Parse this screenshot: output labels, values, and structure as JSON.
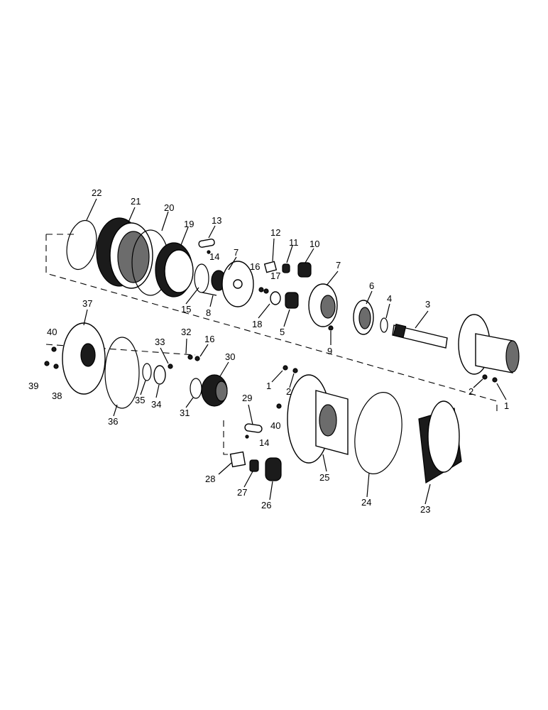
{
  "callouts": [
    {
      "id": "c1a",
      "text": "1"
    },
    {
      "id": "c1b",
      "text": "1"
    },
    {
      "id": "c2a",
      "text": "2"
    },
    {
      "id": "c2b",
      "text": "2"
    },
    {
      "id": "c3",
      "text": "3"
    },
    {
      "id": "c4",
      "text": "4"
    },
    {
      "id": "c5",
      "text": "5"
    },
    {
      "id": "c6",
      "text": "6"
    },
    {
      "id": "c7a",
      "text": "7"
    },
    {
      "id": "c7b",
      "text": "7"
    },
    {
      "id": "c8",
      "text": "8"
    },
    {
      "id": "c9",
      "text": "9"
    },
    {
      "id": "c10",
      "text": "10"
    },
    {
      "id": "c11",
      "text": "11"
    },
    {
      "id": "c12",
      "text": "12"
    },
    {
      "id": "c13",
      "text": "13"
    },
    {
      "id": "c14a",
      "text": "14"
    },
    {
      "id": "c14b",
      "text": "14"
    },
    {
      "id": "c15",
      "text": "15"
    },
    {
      "id": "c16a",
      "text": "16"
    },
    {
      "id": "c16b",
      "text": "16"
    },
    {
      "id": "c17",
      "text": "17"
    },
    {
      "id": "c18",
      "text": "18"
    },
    {
      "id": "c19",
      "text": "19"
    },
    {
      "id": "c20",
      "text": "20"
    },
    {
      "id": "c21",
      "text": "21"
    },
    {
      "id": "c22",
      "text": "22"
    },
    {
      "id": "c23",
      "text": "23"
    },
    {
      "id": "c24",
      "text": "24"
    },
    {
      "id": "c25",
      "text": "25"
    },
    {
      "id": "c26",
      "text": "26"
    },
    {
      "id": "c27",
      "text": "27"
    },
    {
      "id": "c28",
      "text": "28"
    },
    {
      "id": "c29",
      "text": "29"
    },
    {
      "id": "c30",
      "text": "30"
    },
    {
      "id": "c31",
      "text": "31"
    },
    {
      "id": "c32",
      "text": "32"
    },
    {
      "id": "c33",
      "text": "33"
    },
    {
      "id": "c34",
      "text": "34"
    },
    {
      "id": "c35",
      "text": "35"
    },
    {
      "id": "c36",
      "text": "36"
    },
    {
      "id": "c37",
      "text": "37"
    },
    {
      "id": "c38",
      "text": "38"
    },
    {
      "id": "c39",
      "text": "39"
    },
    {
      "id": "c40a",
      "text": "40"
    },
    {
      "id": "c40b",
      "text": "40"
    }
  ]
}
